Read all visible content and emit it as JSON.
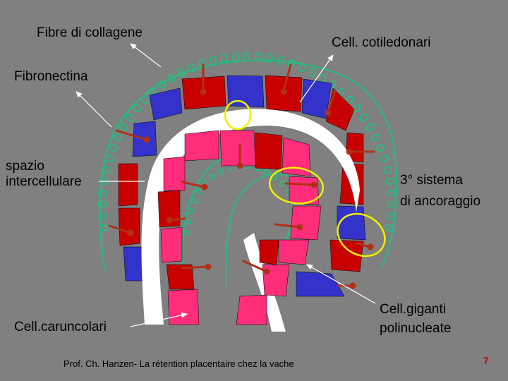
{
  "labels": {
    "fibre": "Fibre di collagene",
    "cotiledonari": "Cell. cotiledonari",
    "fibronectina": "Fibronectina",
    "spazio_1": "spazio",
    "spazio_2": "intercellulare",
    "sistema_1": "3° sistema",
    "sistema_2": "di ancoraggio",
    "giganti_1": "Cell.giganti",
    "giganti_2": "polinucleate",
    "caruncolari": "Cell.caruncolari"
  },
  "footer": "Prof. Ch. Hanzen- La rétention placentaire chez la vache",
  "page_number": "7",
  "colors": {
    "background": "#808080",
    "cotyledonary_red": "#c80000",
    "cotyledonary_blue": "#3333cc",
    "caruncular_pink": "#ff2d7a",
    "caruncular_red": "#c80000",
    "intercellular_space": "#ffffff",
    "fibronectin": "#20c080",
    "anchor": "#b03018",
    "highlight_ring": "#f0f000"
  }
}
